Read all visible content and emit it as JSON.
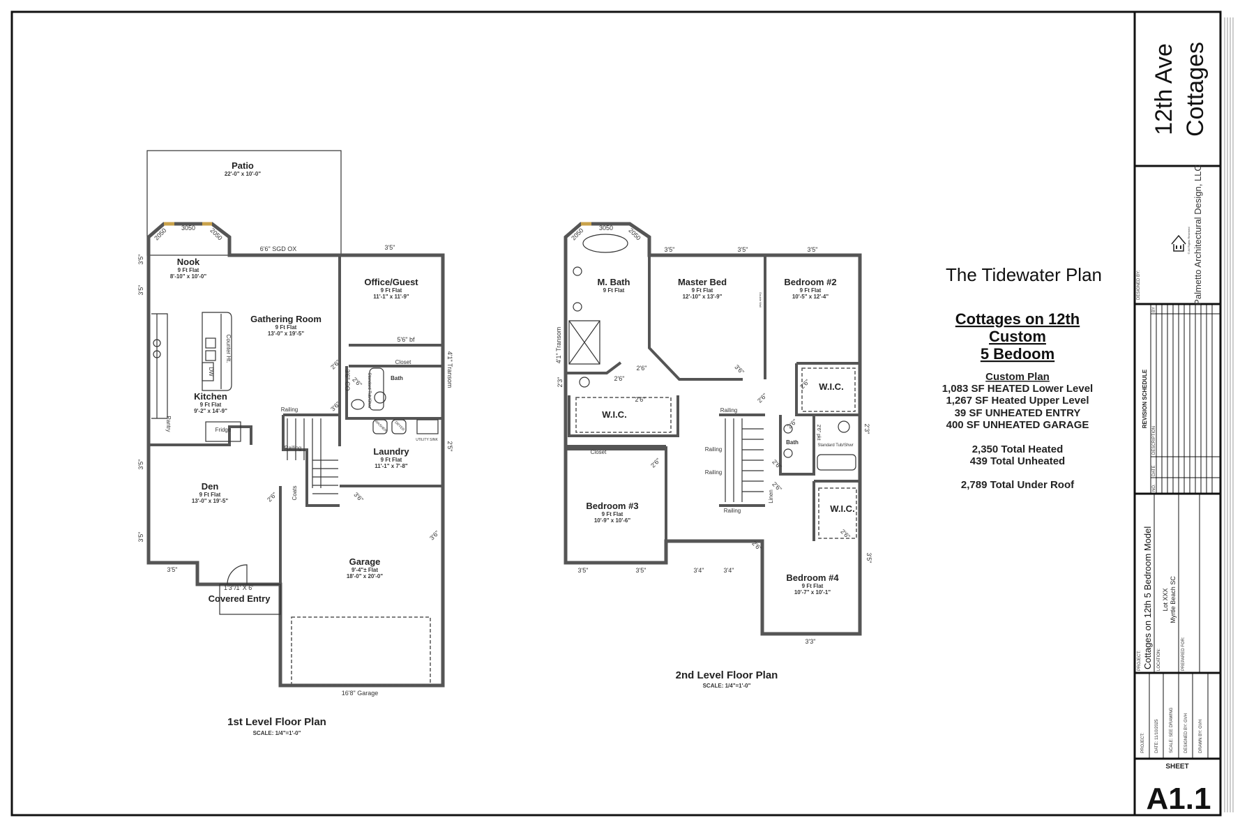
{
  "plan1": {
    "title": "1st Level Floor Plan",
    "scale": "SCALE: 1/4\"=1'-0\"",
    "rooms": [
      {
        "name": "Patio",
        "size": "22'-0\" x 10'-0\""
      },
      {
        "name": "Nook",
        "ceiling": "9 Ft Flat",
        "size": "8'-10\" x 10'-0\""
      },
      {
        "name": "Gathering Room",
        "ceiling": "9 Ft Flat",
        "size": "13'-0\" x 19'-5\""
      },
      {
        "name": "Office/Guest",
        "ceiling": "9 Ft Flat",
        "size": "11'-1\" x 11'-9\""
      },
      {
        "name": "Kitchen",
        "ceiling": "9 Ft Flat",
        "size": "9'-2\" x 14'-9\""
      },
      {
        "name": "Den",
        "ceiling": "9 Ft Flat",
        "size": "13'-0\" x 19'-5\""
      },
      {
        "name": "Laundry",
        "ceiling": "9 Ft Flat",
        "size": "11'-1\" x 7'-8\""
      },
      {
        "name": "Garage",
        "ceiling": "9'-4\"± Flat",
        "size": "18'-0\" x 20'-0\""
      },
      {
        "name": "Covered Entry"
      },
      {
        "name": "Bath"
      },
      {
        "name": "Closet"
      }
    ],
    "labels": [
      "Railing",
      "Railing",
      "Fridge",
      "Pantry",
      "Counter Ht.",
      "DW",
      "Coats",
      "UTILITY SINK",
      "Standard Tub/Shwr",
      "WASHER",
      "DRYER"
    ],
    "dims": [
      "3050",
      "2050",
      "2050",
      "6'6\" SGD OX",
      "3'5\"",
      "3'5\"",
      "3'5\"",
      "3'5\"",
      "3'5\"",
      "3'5\"",
      "1'3\"/1' X 6'",
      "16'8\" Garage",
      "4'1\" Transom",
      "2'5\"",
      "3'6\" CO",
      "2'6\"",
      "2'6\"",
      "3'6\"",
      "3'6\"",
      "2'6\"",
      "5'6\" bf",
      "3'6\""
    ]
  },
  "plan2": {
    "title": "2nd Level Floor Plan",
    "scale": "SCALE: 1/4\"=1'-0\"",
    "rooms": [
      {
        "name": "M. Bath",
        "ceiling": "9 Ft Flat"
      },
      {
        "name": "Master Bed",
        "ceiling": "9 Ft Flat",
        "size": "12'-10\" x 13'-9\""
      },
      {
        "name": "Bedroom #2",
        "ceiling": "9 Ft Flat",
        "size": "10'-5\" x 12'-4\""
      },
      {
        "name": "W.I.C."
      },
      {
        "name": "W.I.C."
      },
      {
        "name": "Bath"
      },
      {
        "name": "W.I.C."
      },
      {
        "name": "Bedroom #3",
        "ceiling": "9 Ft Flat",
        "size": "10'-9\" x 10'-6\""
      },
      {
        "name": "Bedroom #4",
        "ceiling": "9 Ft Flat",
        "size": "10'-7\" x 10'-1\""
      },
      {
        "name": "Closet"
      }
    ],
    "labels": [
      "Railing",
      "Railing",
      "Railing",
      "Railing",
      "Linen",
      "Standard Tub/Shwr",
      "Double Wall"
    ],
    "dims": [
      "3050",
      "2050",
      "2050",
      "3'5\"",
      "3'5\"",
      "3'5\"",
      "4'1\" Transom",
      "2'3\"",
      "2'6\"",
      "2'6\"",
      "2'6\"",
      "3'6\"",
      "2'6\"",
      "2'6\"",
      "2'6\"",
      "2'6\" pkt",
      "2'3\"",
      "2'6\"",
      "2'6\"",
      "2'6\"",
      "2'6\"",
      "2'6\"",
      "3'4\"",
      "3'4\"",
      "3'5\"",
      "3'5\"",
      "3'5\"",
      "3'3\""
    ]
  },
  "summary": {
    "plan_name": "The Tidewater Plan",
    "heading": [
      "Cottages on 12th",
      "Custom",
      "5 Bedoom"
    ],
    "subheading": "Custom Plan",
    "areas": [
      "1,083 SF HEATED Lower Level",
      "1,267 SF Heated Upper Level",
      "39 SF UNHEATED ENTRY",
      "400 SF UNHEATED GARAGE"
    ],
    "totals": [
      "2,350 Total Heated",
      "439 Total Unheated"
    ],
    "under_roof": "2,789 Total Under Roof"
  },
  "title_block": {
    "project_name": [
      "12th Ave",
      "Cottages"
    ],
    "designed_by_label": "DESIGNED BY:",
    "firm": "Palmetto Architectural Design, LLC",
    "firm_tagline": "© All Rights Reserved",
    "revision_title": "REVISION SCHEDULE",
    "revision_cols": [
      "NO.",
      "DATE",
      "DESCRIPTION",
      "BY"
    ],
    "project_label": "PROJECT:",
    "project": "Cottages on 12th 5 Bedroom Model",
    "location_label": "LOCATION:",
    "location": [
      "Lot XXX",
      "Myrtle Beach SC"
    ],
    "prepared_for_label": "PREPARED FOR:",
    "fields": [
      "PROJECT:",
      "DATE: 11/10/2025",
      "SCALE: SEE DRAWING",
      "DESIGNED BY: GVH",
      "DRAWN BY: GVH"
    ],
    "sheet_label": "SHEET",
    "sheet": "A1.1"
  }
}
